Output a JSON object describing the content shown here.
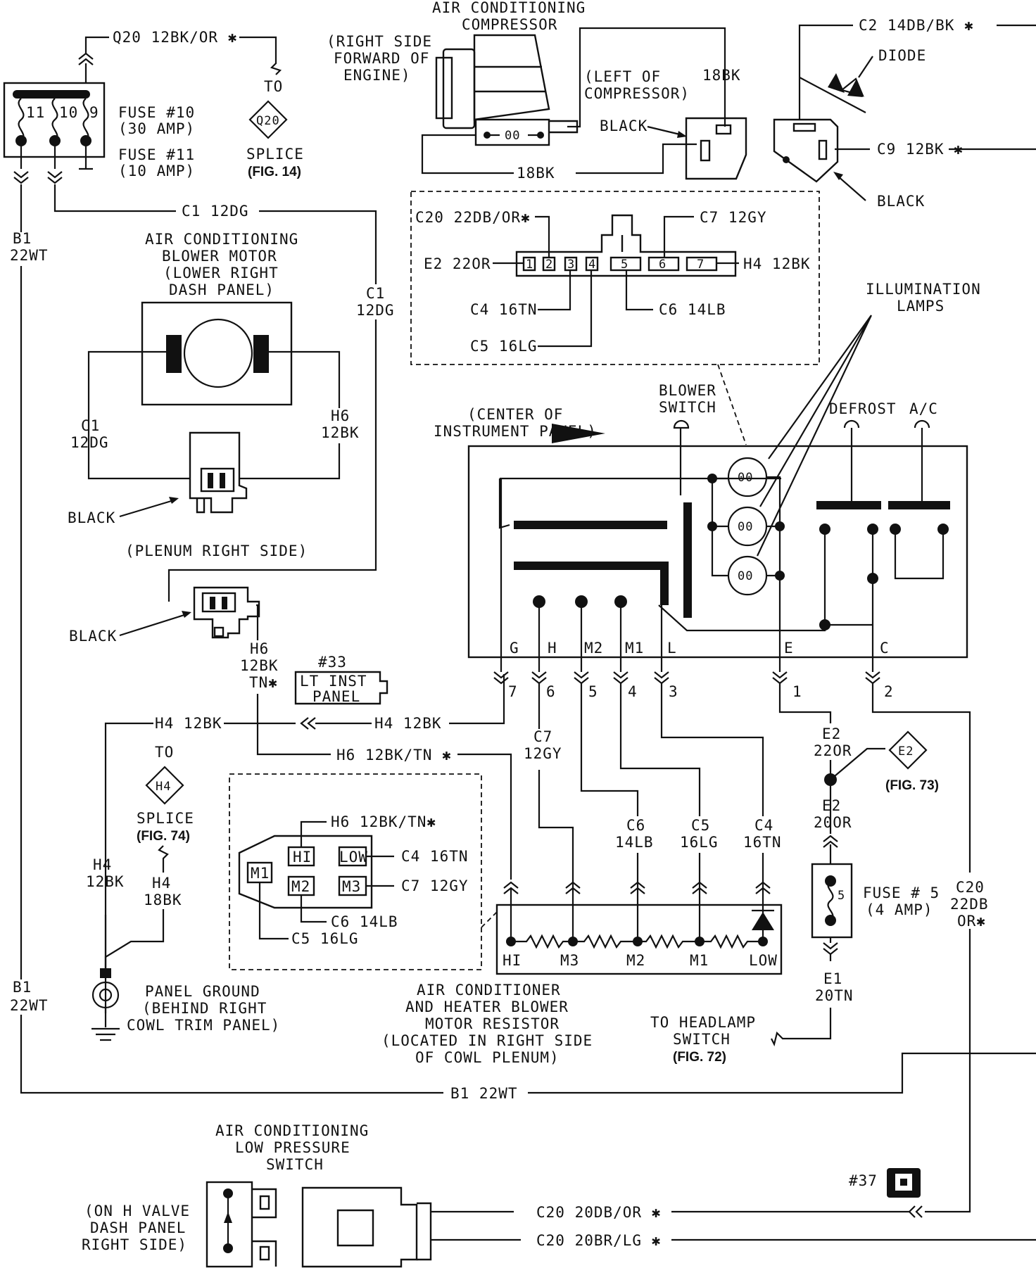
{
  "fuse_box": {
    "fuse_10": "FUSE #10",
    "fuse_10_amp": "(30 AMP)",
    "fuse_11": "FUSE #11",
    "fuse_11_amp": "(10 AMP)",
    "cav_11": "11",
    "cav_10": "10",
    "cav_9": "9"
  },
  "q20": {
    "wire": "Q20 12BK/OR ✱",
    "to": "TO",
    "splice_id": "Q20",
    "splice": "SPLICE",
    "fig": "(FIG. 14)"
  },
  "compressor": {
    "title1": "AIR CONDITIONING",
    "title2": "COMPRESSOR",
    "loc1": "(RIGHT SIDE",
    "loc2": "FORWARD OF",
    "loc3": "ENGINE)",
    "left1": "(LEFT OF",
    "left2": "COMPRESSOR)",
    "wire_18bk_top": "18BK",
    "black": "BLACK",
    "wire_18bk_bottom": "18BK"
  },
  "diode_group": {
    "c2": "C2 14DB/BK ✱",
    "diode": "DIODE",
    "c9": "C9 12BK ✱",
    "black": "BLACK"
  },
  "left_wires": {
    "b1_top1": "B1",
    "b1_top2": "22WT",
    "c1_top": "C1 12DG",
    "c1_right1": "C1",
    "c1_right2": "12DG",
    "b1_bot1": "B1",
    "b1_bot2": "22WT"
  },
  "blower_motor": {
    "t1": "AIR CONDITIONING",
    "t2": "BLOWER MOTOR",
    "t3": "(LOWER RIGHT",
    "t4": "DASH PANEL)",
    "c1a": "C1",
    "c1b": "12DG",
    "h6a": "H6",
    "h6b": "12BK",
    "black": "BLACK"
  },
  "plenum": {
    "label": "(PLENUM RIGHT SIDE)",
    "black": "BLACK",
    "h6a": "H6",
    "h6b": "12BK",
    "h6c": "TN✱"
  },
  "lt_inst": {
    "num": "#33",
    "l1": "LT INST",
    "l2": "PANEL"
  },
  "switch_connector": {
    "c20": "C20 22DB/OR✱",
    "c7": "C7 12GY",
    "e2": "E2 22OR",
    "h4": "H4 12BK",
    "c4": "C4 16TN",
    "c6": "C6 14LB",
    "c5": "C5 16LG",
    "pins": [
      "1",
      "2",
      "3",
      "4",
      "5",
      "6",
      "7"
    ]
  },
  "control": {
    "illum1": "ILLUMINATION",
    "illum2": "LAMPS",
    "blower1": "BLOWER",
    "blower2": "SWITCH",
    "center1": "(CENTER OF",
    "center2": "INSTRUMENT PANEL)",
    "defrost": "DEFROST",
    "ac": "A/C",
    "bulb": "00",
    "terms": [
      "G",
      "H",
      "M2",
      "M1",
      "L",
      "E",
      "C"
    ],
    "pins": [
      "7",
      "6",
      "5",
      "4",
      "3",
      "1",
      "2"
    ]
  },
  "h_wires": {
    "h4_left": "H4 12BK",
    "h4_right": "H4 12BK",
    "h6": "H6 12BK/TN ✱",
    "c7a": "C7",
    "c7b": "12GY",
    "c6a": "C6",
    "c6b": "14LB",
    "c5a": "C5",
    "c5b": "16LG",
    "c4a": "C4",
    "c4b": "16TN"
  },
  "h4_splice": {
    "to": "TO",
    "id": "H4",
    "splice": "SPLICE",
    "fig": "(FIG. 74)",
    "h4a": "H4",
    "h4b": "12BK",
    "h4c": "H4",
    "h4d": "18BK"
  },
  "ground": {
    "l1": "PANEL GROUND",
    "l2": "(BEHIND RIGHT",
    "l3": "COWL TRIM PANEL)"
  },
  "resistor_conn": {
    "h6": "H6 12BK/TN✱",
    "c4": "C4 16TN",
    "c7": "C7 12GY",
    "c6": "C6 14LB",
    "c5": "C5 16LG",
    "hi": "HI",
    "low": "LOW",
    "m1": "M1",
    "m2": "M2",
    "m3": "M3"
  },
  "resistor": {
    "terms": [
      "HI",
      "M3",
      "M2",
      "M1",
      "LOW"
    ],
    "t1": "AIR CONDITIONER",
    "t2": "AND HEATER BLOWER",
    "t3": "MOTOR RESISTOR",
    "t4": "(LOCATED IN RIGHT SIDE",
    "t5": "OF COWL PLENUM)"
  },
  "e_circuit": {
    "e2a": "E2",
    "e2b": "22OR",
    "splice_id": "E2",
    "fig73": "(FIG. 73)",
    "e2c": "E2",
    "e2d": "20OR",
    "fuse": "FUSE # 5",
    "fuse_amp": "(4 AMP)",
    "fuse_num": "5",
    "e1a": "E1",
    "e1b": "20TN",
    "head1": "TO HEADLAMP",
    "head2": "SWITCH",
    "fig72": "(FIG. 72)"
  },
  "c20_right": {
    "a": "C20",
    "b": "22DB",
    "c": "OR✱"
  },
  "b1_bottom": "B1 22WT",
  "pressure_switch": {
    "t1": "AIR CONDITIONING",
    "t2": "LOW PRESSURE",
    "t3": "SWITCH",
    "loc1": "(ON H VALVE",
    "loc2": "DASH PANEL",
    "loc3": "RIGHT SIDE)",
    "c20a": "C20 20DB/OR ✱",
    "c20b": "C20 20BR/LG ✱",
    "ref": "#37"
  }
}
